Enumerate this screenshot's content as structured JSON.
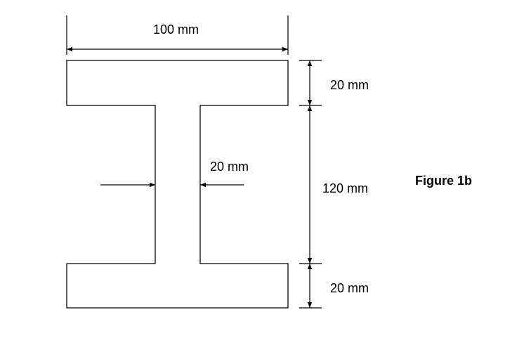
{
  "figure": {
    "title": "Figure 1b",
    "labels": {
      "width": "100 mm",
      "top_flange": "20 mm",
      "web_height": "120 mm",
      "bottom_flange": "20 mm",
      "web_thickness": "20 mm"
    }
  },
  "colors": {
    "line": "#000000",
    "background": "#ffffff"
  }
}
